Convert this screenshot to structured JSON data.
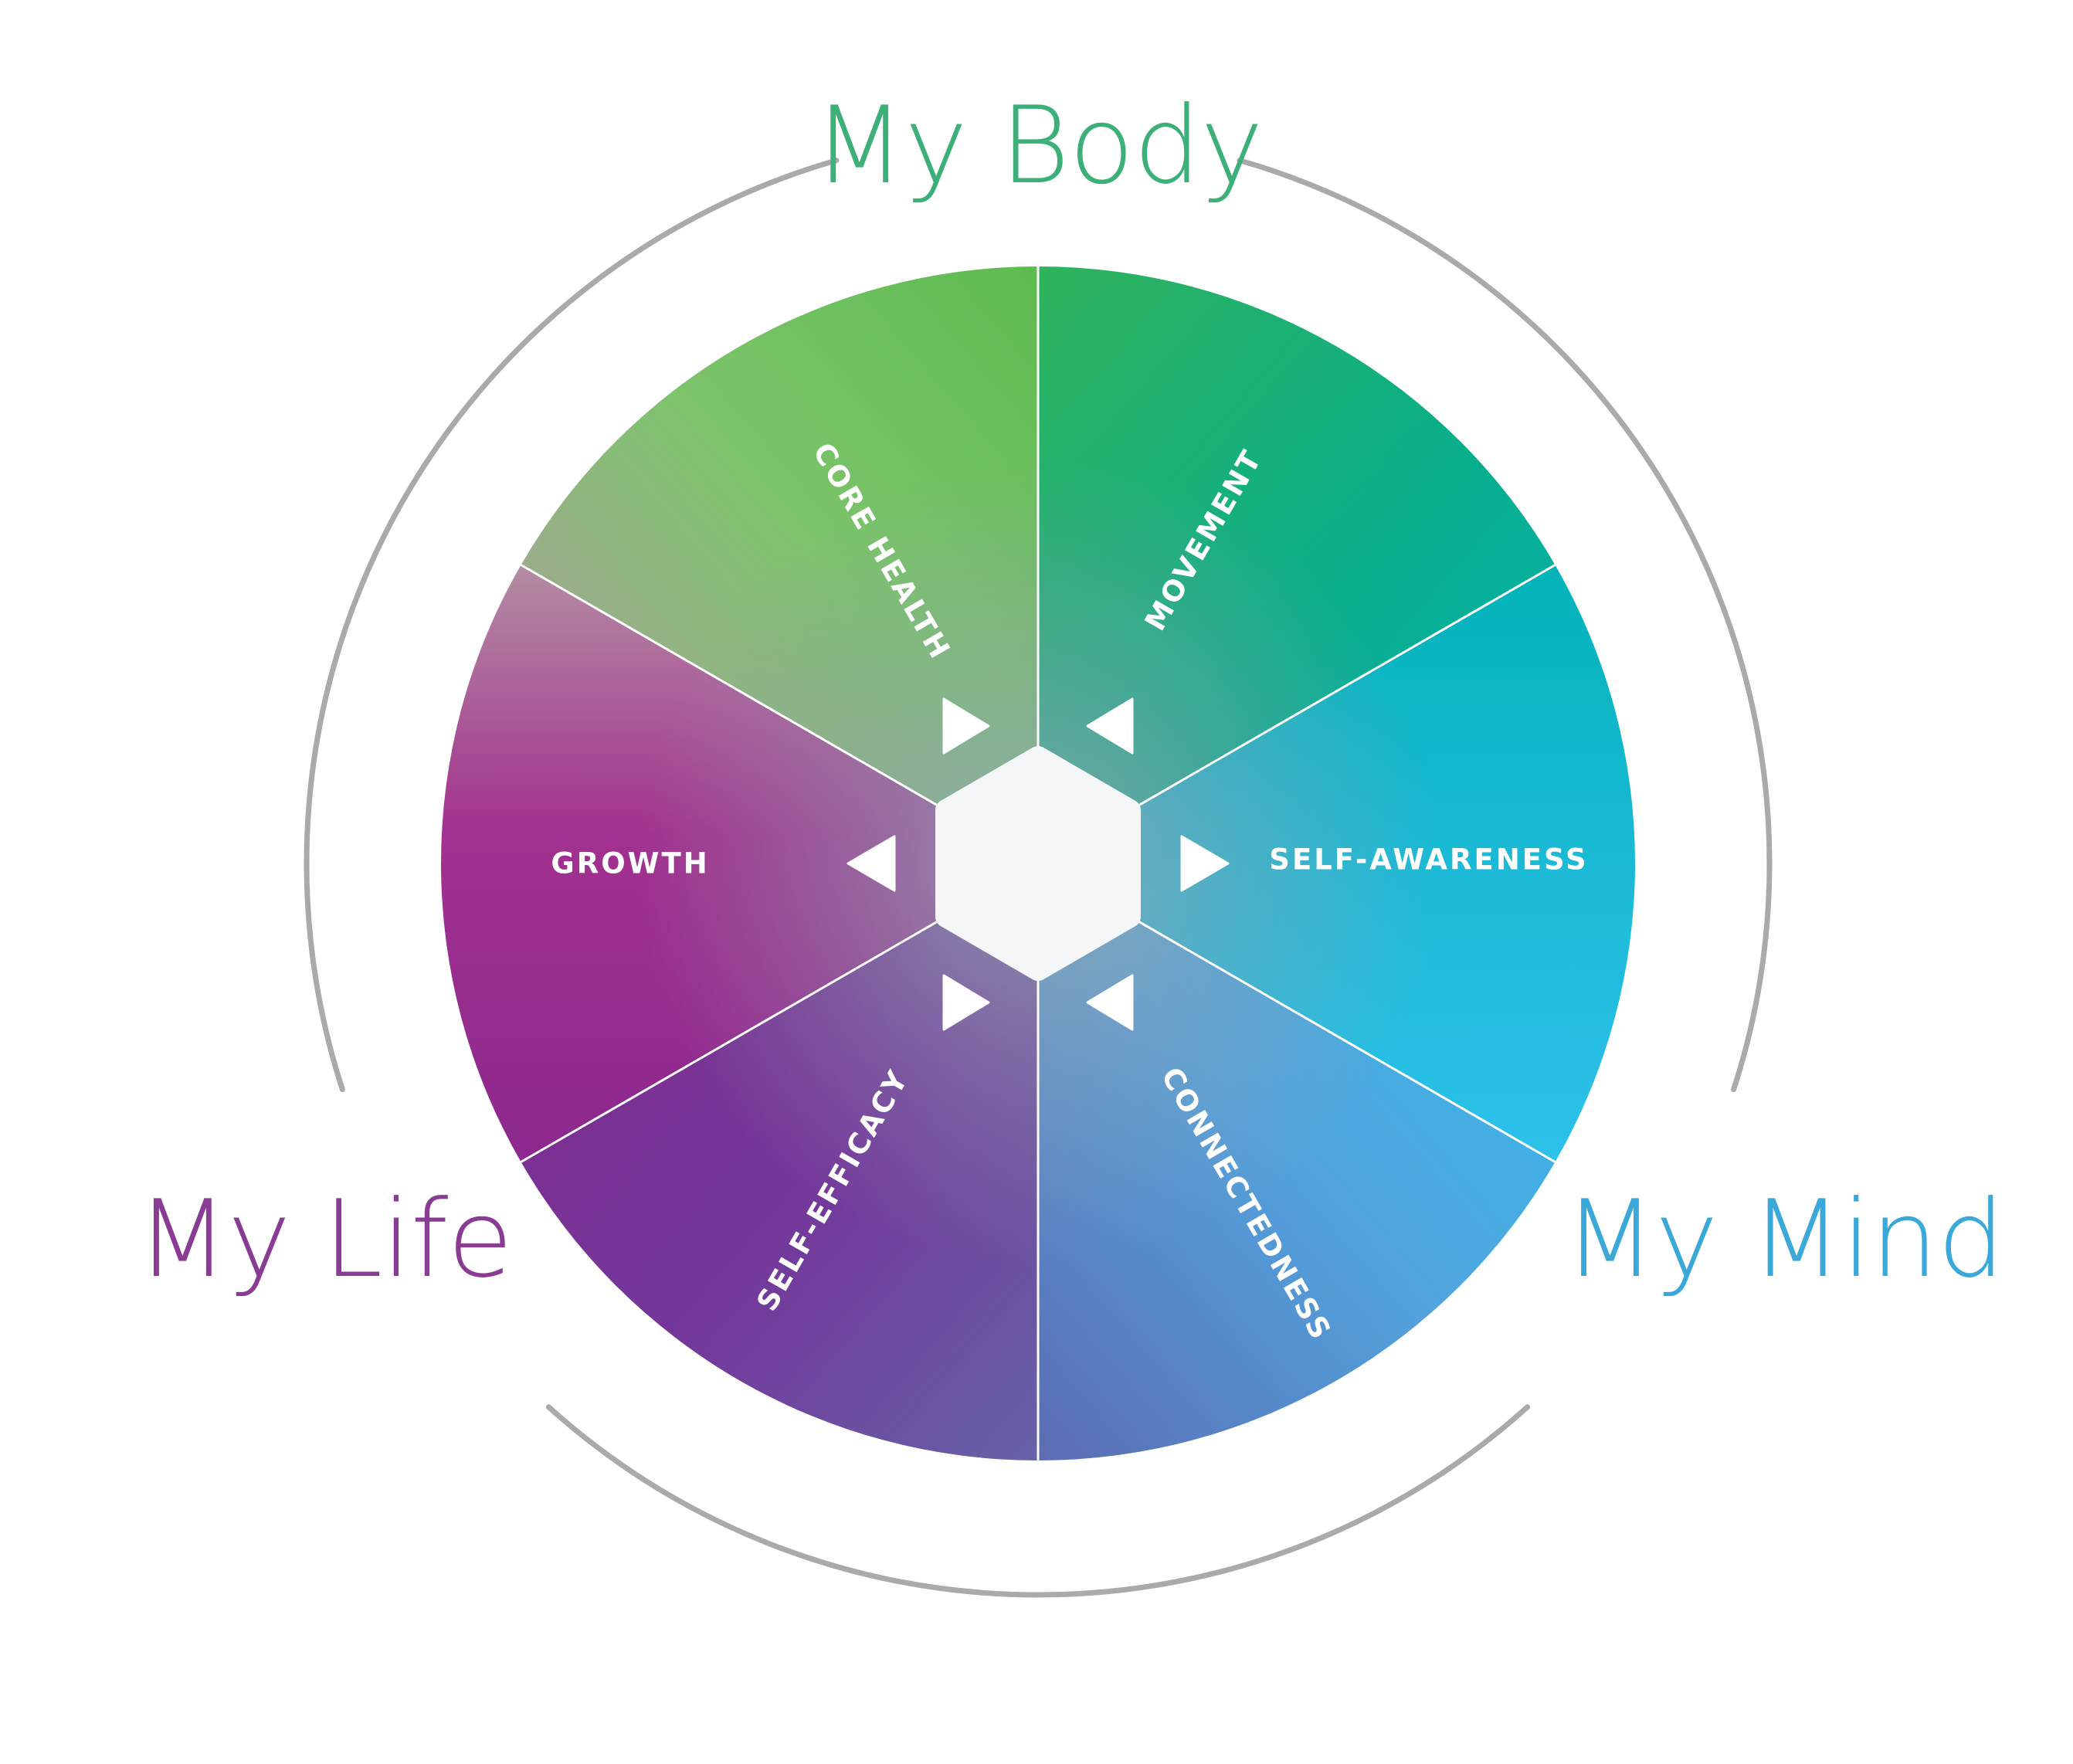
{
  "outer_labels": {
    "body": "My Body",
    "life": "My Life",
    "mind": "My Mind"
  },
  "segments": {
    "core_health": "CORE HEALTH",
    "movement": "MOVEMENT",
    "self_awareness": "SELF-AWARENESS",
    "connectedness": "CONNECTEDNESS",
    "self_efficacy": "SELF-EFFICACY",
    "growth": "GROWTH"
  },
  "colors": {
    "green": "#5DBB4F",
    "teal": "#06B3B6",
    "cyan": "#2DC1EA",
    "blue_purple": "#5B6DB4",
    "purple": "#7A2A8E",
    "magenta": "#9A2A8C",
    "ring": "#AAAAAA",
    "hub": "#F4F6F8"
  }
}
